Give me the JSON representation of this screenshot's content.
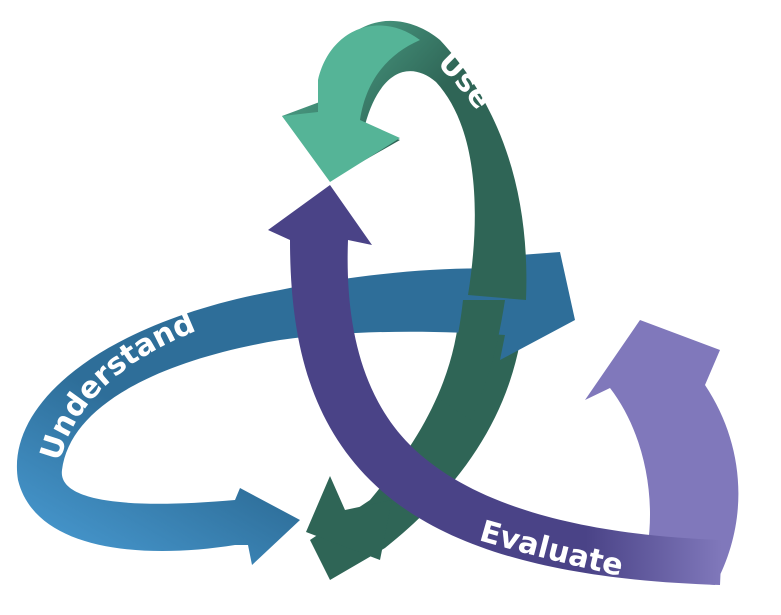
{
  "diagram": {
    "labels": {
      "use": "Use",
      "understand": "Understand",
      "evaluate": "Evaluate"
    },
    "colors": {
      "use_dark": "#2f6556",
      "use_light": "#55b497",
      "understand_dark": "#2e6e99",
      "understand_light": "#4b9fd8",
      "evaluate_dark": "#4a4387",
      "evaluate_light": "#8078bb"
    }
  }
}
